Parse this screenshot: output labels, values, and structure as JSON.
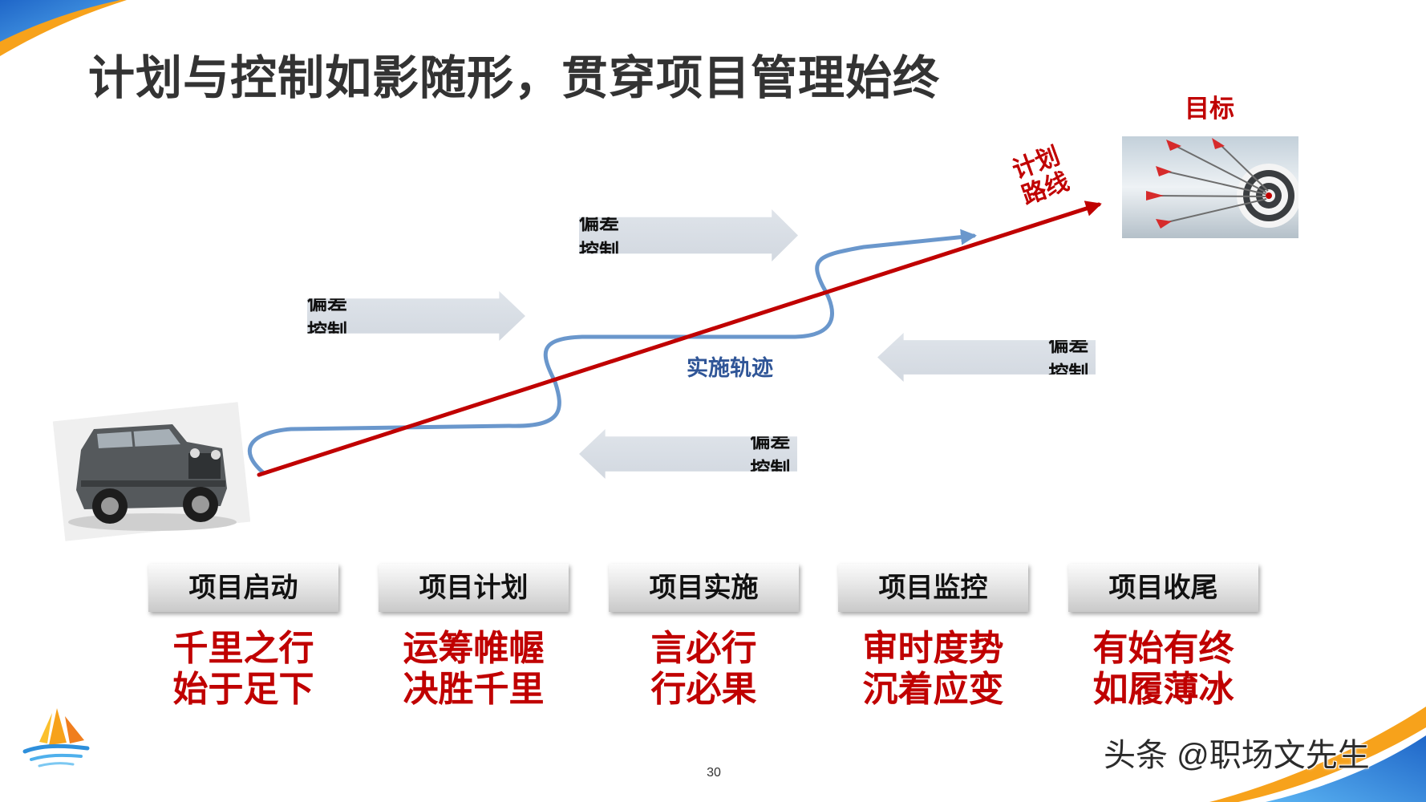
{
  "slide": {
    "title": "计划与控制如影随形，贯穿项目管理始终",
    "page_number": "30",
    "watermark": "头条 @职场文先生"
  },
  "diagram": {
    "goal_label": "目标",
    "plan_route_lines": [
      "计划",
      "路线"
    ],
    "trajectory_label": "实施轨迹",
    "deviation_controls": [
      {
        "label": "偏差控制"
      },
      {
        "label": "偏差控制"
      },
      {
        "label": "偏差控制"
      },
      {
        "label": "偏差控制"
      }
    ]
  },
  "phases": [
    {
      "name": "项目启动",
      "motto": [
        "千里之行",
        "始于足下"
      ]
    },
    {
      "name": "项目计划",
      "motto": [
        "运筹帷幄",
        "决胜千里"
      ]
    },
    {
      "name": "项目实施",
      "motto": [
        "言必行",
        "行必果"
      ]
    },
    {
      "name": "项目监控",
      "motto": [
        "审时度势",
        "沉着应变"
      ]
    },
    {
      "name": "项目收尾",
      "motto": [
        "有始有终",
        "如履薄冰"
      ]
    }
  ],
  "icons": {
    "start": "car-icon",
    "goal": "archery-target-icon",
    "logo": "sailboat-logo-icon"
  },
  "colors": {
    "title": "#333333",
    "red": "#C00000",
    "traj": "#6A97CC",
    "traj-label": "#2F5597",
    "brand-blue": "#2E7BD6",
    "brand-orange": "#F7A21B"
  }
}
